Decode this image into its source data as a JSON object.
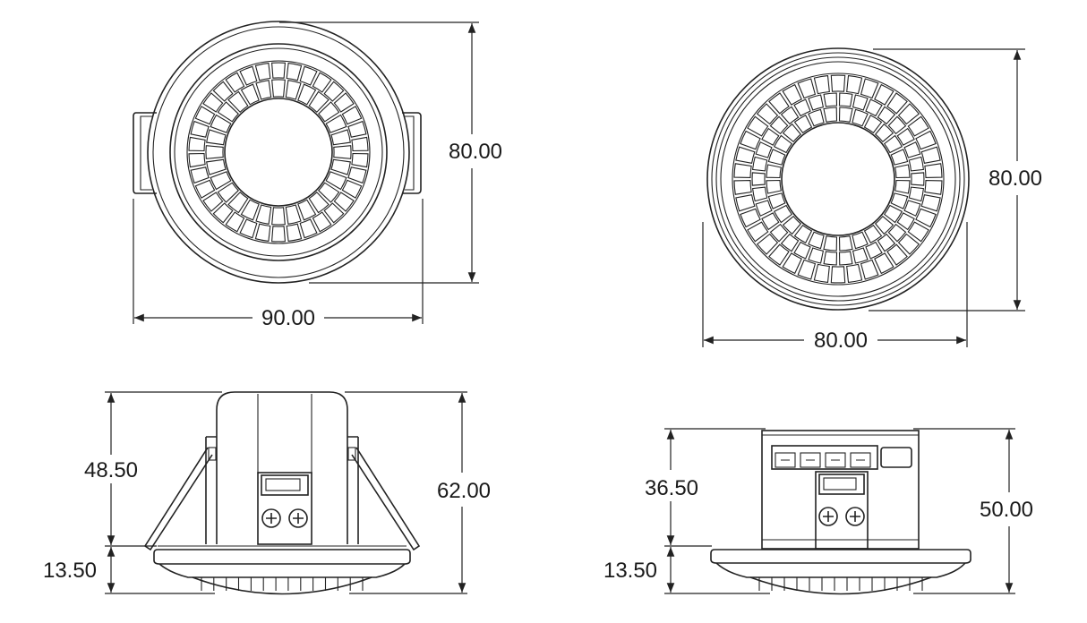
{
  "drawing": {
    "views": {
      "flush_top": {
        "width_label": "90.00",
        "height_label": "80.00"
      },
      "surface_top": {
        "width_label": "80.00",
        "height_label": "80.00"
      },
      "flush_side": {
        "body_height_label": "48.50",
        "lens_height_label": "13.50",
        "total_height_label": "62.00"
      },
      "surface_side": {
        "body_height_label": "36.50",
        "lens_height_label": "13.50",
        "total_height_label": "50.00"
      }
    }
  }
}
